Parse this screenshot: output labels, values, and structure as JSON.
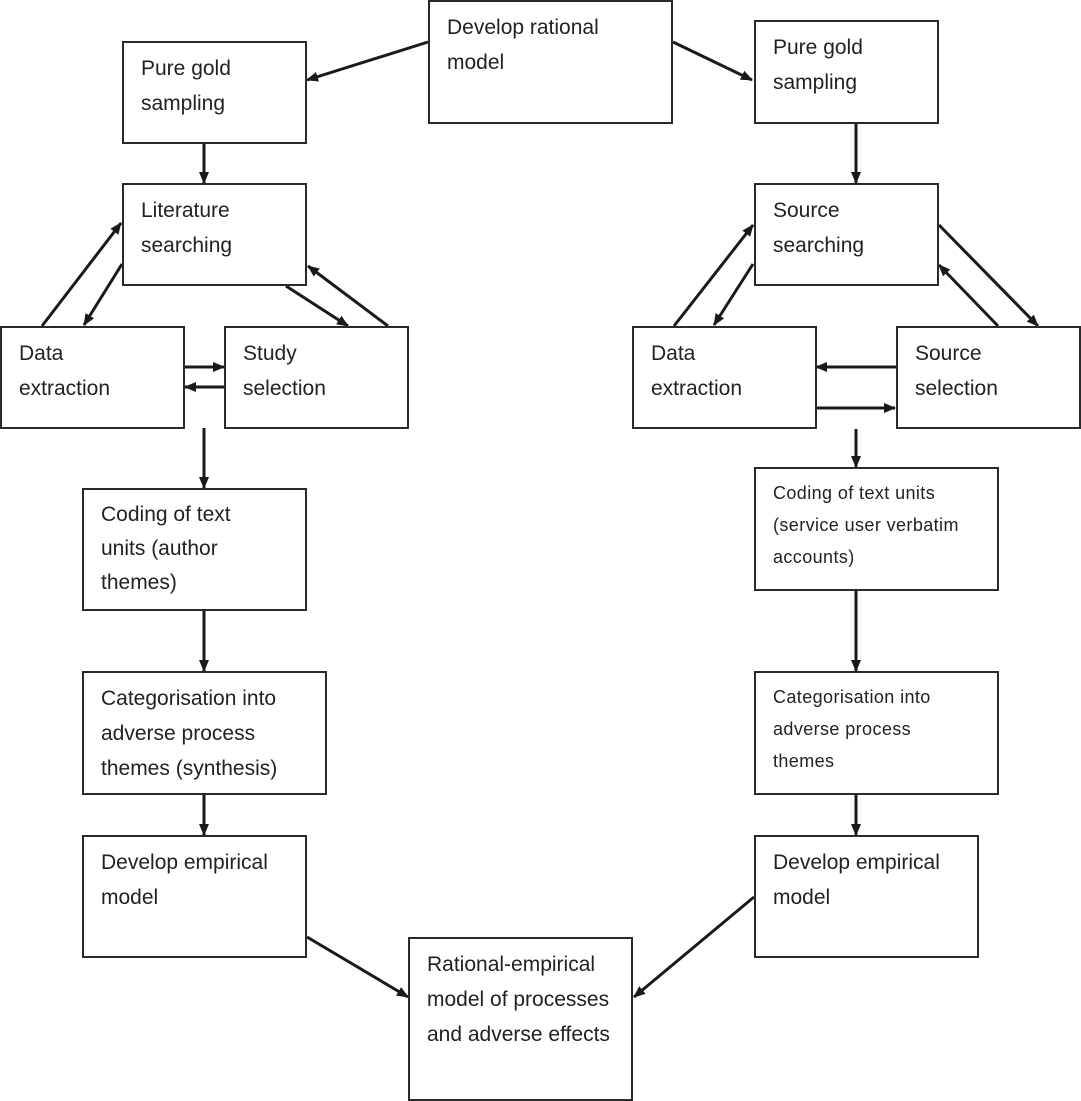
{
  "top": {
    "develop_rational_model": "Develop rational model"
  },
  "left_path": {
    "pure_gold_sampling": "Pure gold sampling",
    "literature_searching": "Literature searching",
    "data_extraction": "Data extraction",
    "study_selection": "Study selection",
    "coding_text_units": "Coding of text units (author themes)",
    "categorisation": "Categorisation into adverse process themes (synthesis)",
    "develop_empirical_model": "Develop empirical model"
  },
  "right_path": {
    "pure_gold_sampling": "Pure gold sampling",
    "source_searching": "Source searching",
    "data_extraction": "Data extraction",
    "source_selection": "Source selection",
    "coding_text_units": "Coding of text units (service user verbatim accounts)",
    "categorisation": "Categorisation into adverse process themes",
    "develop_empirical_model": "Develop empirical model"
  },
  "bottom": {
    "rational_empirical_model": "Rational-empirical model of processes and adverse effects"
  }
}
